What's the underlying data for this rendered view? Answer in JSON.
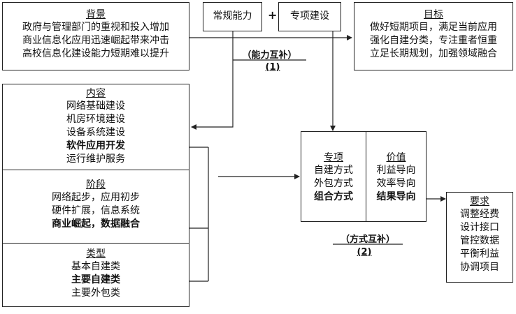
{
  "background": {
    "title": "背景",
    "lines": [
      "政府与管理部门的重视和投入增加",
      "商业信息化应用迅速崛起带来冲击",
      "高校信息化建设能力短期难以提升"
    ]
  },
  "capability": {
    "regular": "常规能力",
    "plus": "+",
    "special": "专项建设"
  },
  "goal": {
    "title": "目标",
    "lines": [
      "做好短期项目，满足当前应用",
      "强化自建分类，专注重者恒重",
      "立足长期规划，加强领域融合"
    ]
  },
  "label1": {
    "text": "（能力互补）",
    "num": "(1)"
  },
  "content": {
    "title": "内容",
    "lines": [
      "网络基础建设",
      "机房环境建设",
      "设备系统建设",
      "软件应用开发",
      "运行维护服务"
    ]
  },
  "stage": {
    "title": "阶段",
    "lines": [
      "网络起步，应用初步",
      "硬件扩展，信息系统",
      "商业崛起，数据融合"
    ]
  },
  "type": {
    "title": "类型",
    "lines": [
      "基本自建类",
      "主要自建类",
      "主要外包类"
    ]
  },
  "special_mode": {
    "title": "专项",
    "lines": [
      "自建方式",
      "外包方式",
      "组合方式"
    ]
  },
  "value": {
    "title": "价值",
    "lines": [
      "利益导向",
      "效率导向",
      "结果导向"
    ]
  },
  "label2": {
    "text": "（方式互补）",
    "num": "(2)"
  },
  "requirement": {
    "title": "要求",
    "lines": [
      "调整经费",
      "设计接口",
      "管控数据",
      "平衡利益",
      "协调项目"
    ]
  }
}
